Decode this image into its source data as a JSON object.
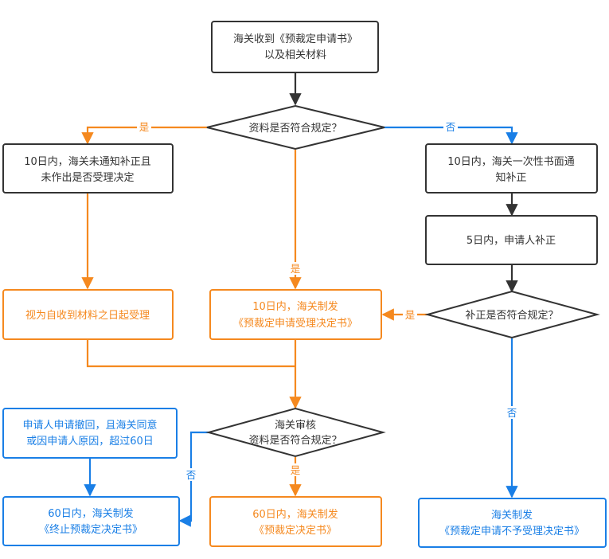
{
  "colors": {
    "dark": "#333333",
    "orange": "#F5891F",
    "blue": "#1A7FE6",
    "background": "#FFFFFF"
  },
  "nodes": {
    "start": {
      "lines": [
        "海关收到《预裁定申请书》",
        "以及相关材料"
      ],
      "color": "dark"
    },
    "check1": {
      "lines": [
        "资料是否符合规定？"
      ],
      "color": "dark"
    },
    "no_notice": {
      "lines": [
        "10日内，海关未通知补正且",
        "未作出是否受理决定"
      ],
      "color": "dark"
    },
    "notify_fix": {
      "lines": [
        "10日内，海关一次性书面通",
        "知补正"
      ],
      "color": "dark"
    },
    "applicant_fix": {
      "lines": [
        "5日内，申请人补正"
      ],
      "color": "dark"
    },
    "deemed_accepted": {
      "lines": [
        "视为自收到材料之日起受理"
      ],
      "color": "orange"
    },
    "accept_decision": {
      "lines": [
        "10日内，海关制发",
        "《预裁定申请受理决定书》"
      ],
      "color": "orange"
    },
    "check_fix": {
      "lines": [
        "补正是否符合规定？"
      ],
      "color": "dark"
    },
    "review": {
      "lines": [
        "海关审核",
        "资料是否符合规定？"
      ],
      "color": "dark"
    },
    "withdraw": {
      "lines": [
        "申请人申请撤回，且海关同意",
        "或因申请人原因，超过60日"
      ],
      "color": "blue"
    },
    "terminate": {
      "lines": [
        "60日内，海关制发",
        "《终止预裁定决定书》"
      ],
      "color": "blue"
    },
    "ruling": {
      "lines": [
        "60日内，海关制发",
        "《预裁定决定书》"
      ],
      "color": "orange"
    },
    "reject": {
      "lines": [
        "海关制发",
        "《预裁定申请不予受理决定书》"
      ],
      "color": "blue"
    }
  },
  "edge_labels": {
    "yes": "是",
    "no": "否"
  }
}
